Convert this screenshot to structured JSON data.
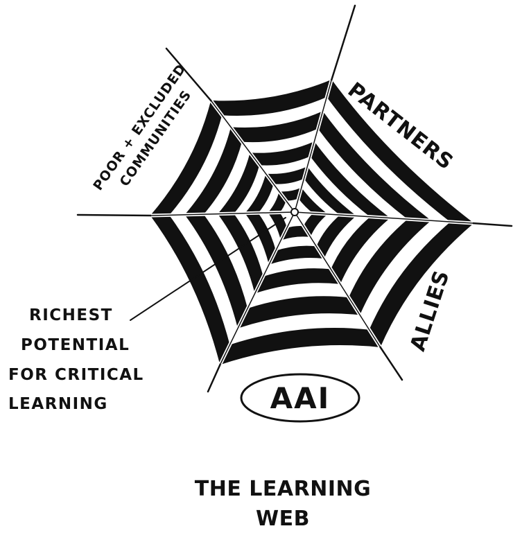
{
  "diagram": {
    "colors": {
      "ink": "#111111",
      "paper": "#ffffff"
    },
    "sectors": {
      "poor_excluded": {
        "line1": "POOR + EXCLUDED",
        "line2": "COMMUNITIES"
      },
      "partners": "PARTNERS",
      "allies": "ALLIES",
      "aai": "AAI"
    },
    "center_callout": {
      "lines": [
        "RICHEST",
        "POTENTIAL",
        "FOR CRITICAL",
        "LEARNING"
      ]
    },
    "title": {
      "line1": "THE LEARNING",
      "line2": "WEB"
    }
  }
}
